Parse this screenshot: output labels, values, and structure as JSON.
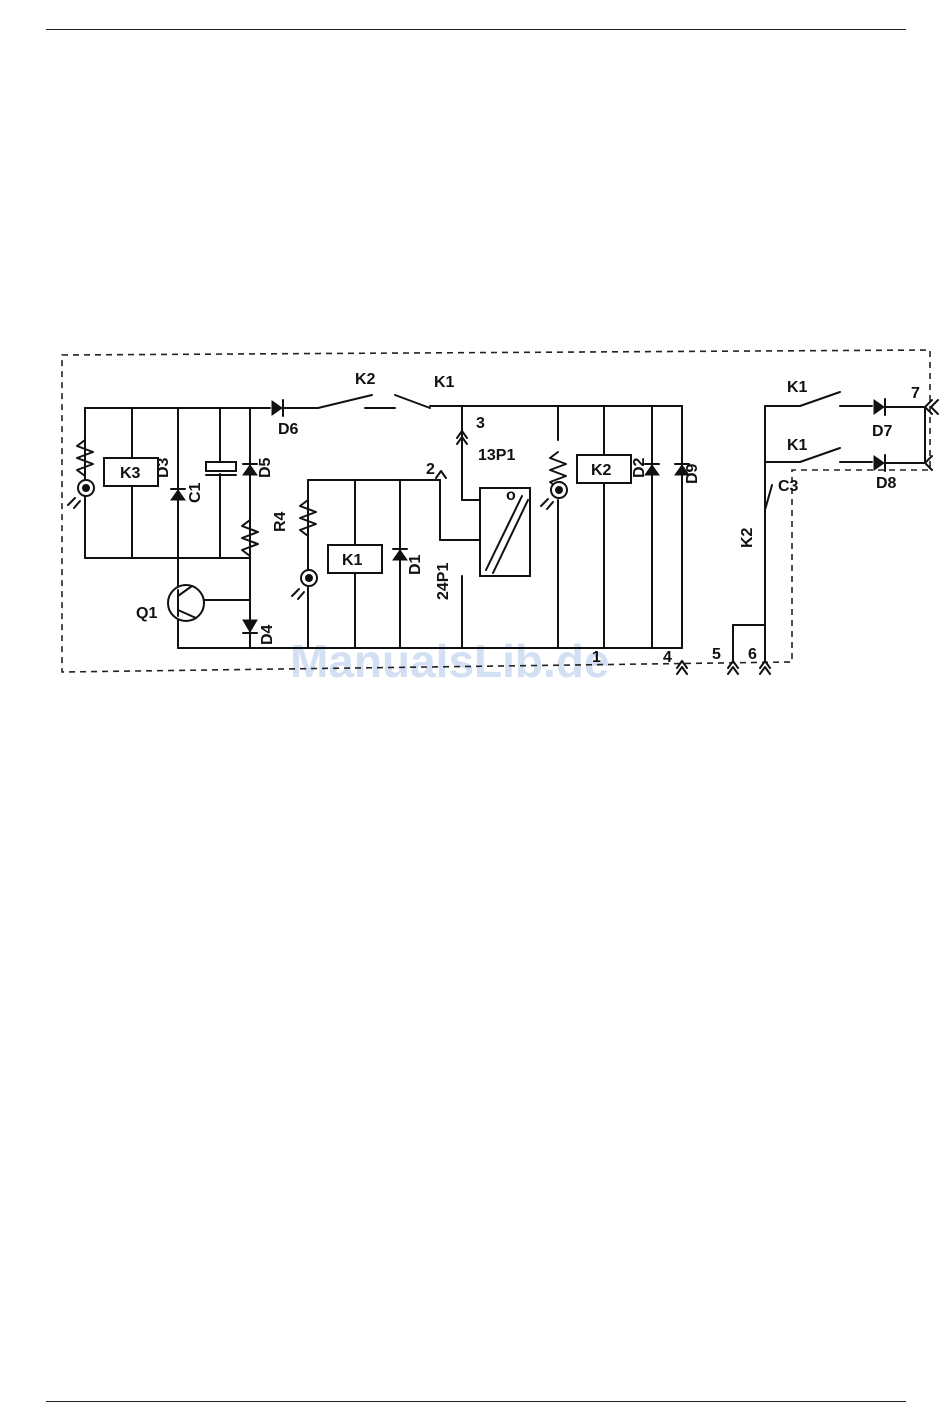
{
  "labels": {
    "k2_top": "K2",
    "k1_top": "K1",
    "d6": "D6",
    "d3": "D3",
    "d5": "D5",
    "k3": "K3",
    "c1": "C1",
    "r4": "R4",
    "k1_coil": "K1",
    "d1": "D1",
    "q1": "Q1",
    "d4": "D4",
    "t3": "3",
    "p13": "13P1",
    "t2": "2",
    "p24": "24P1",
    "k2_coil": "K2",
    "d2": "D2",
    "d9": "D9",
    "k1_right_a": "K1",
    "k1_right_b": "K1",
    "c3": "C3",
    "k2_right": "K2",
    "d7": "D7",
    "d8": "D8",
    "t7": "7",
    "t1": "1",
    "t4": "4",
    "t5": "5",
    "t6": "6",
    "thermostat_o": "o"
  },
  "watermark": "ManualsLib.de"
}
